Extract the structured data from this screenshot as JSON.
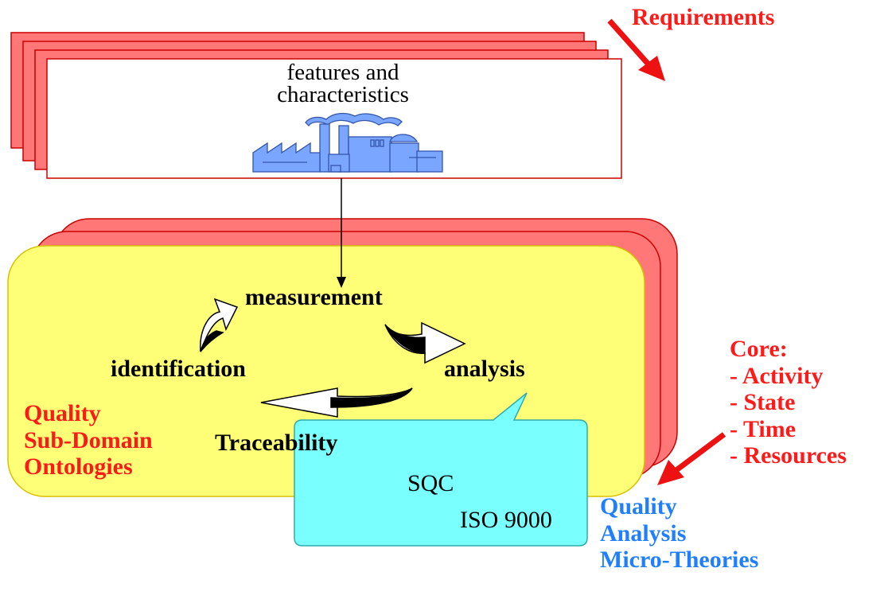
{
  "colors": {
    "red_stack_fill": "#ff7777",
    "red_stack_stroke": "#cc0000",
    "yellow_fill": "#ffff77",
    "cyan_fill": "#7affff",
    "factory_fill": "#7aa6ff",
    "arrow_red": "#ee1111",
    "label_red": "#ff1a1a",
    "label_blue": "#1f7fff"
  },
  "icons": [
    "factory-icon",
    "cycle-arrow-icon",
    "pointer-arrow-icon"
  ],
  "requirements": {
    "label": "Requirements"
  },
  "features": {
    "line1": "features and",
    "line2": "characteristics"
  },
  "cycle": {
    "measurement": "measurement",
    "identification": "identification",
    "analysis": "analysis",
    "traceability": "Traceability"
  },
  "quality_sub_domain": {
    "lines": [
      "Quality",
      "Sub-Domain",
      "Ontologies"
    ]
  },
  "callout": {
    "sqc": "SQC",
    "iso": "ISO 9000"
  },
  "core": {
    "lines": [
      "Core:",
      "- Activity",
      "- State",
      "- Time",
      "- Resources"
    ]
  },
  "quality_analysis": {
    "lines": [
      "Quality",
      "Analysis",
      "Micro-Theories"
    ]
  }
}
